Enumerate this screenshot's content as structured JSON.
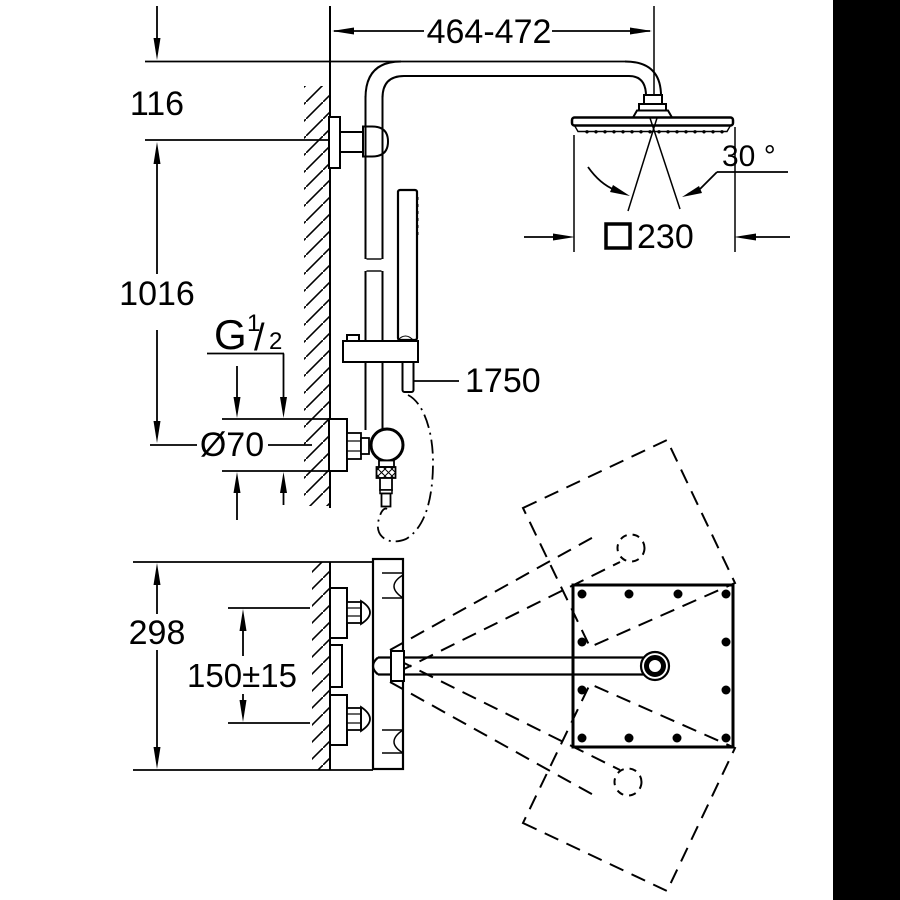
{
  "drawing": {
    "background_color": "#ffffff",
    "line_color": "#000000",
    "side_band_color": "#000000",
    "dimensions": {
      "top_width": "464-472",
      "wall_offset": "116",
      "riser_height": "1016",
      "thread_g": "G",
      "thread_num": "1",
      "thread_slash": "/",
      "thread_den": "2",
      "escutcheon_diameter": "Ø70",
      "hose_length": "1750",
      "spray_angle": "30 °",
      "head_size": "230",
      "plan_depth": "298",
      "supply_spacing": "150±15"
    }
  }
}
